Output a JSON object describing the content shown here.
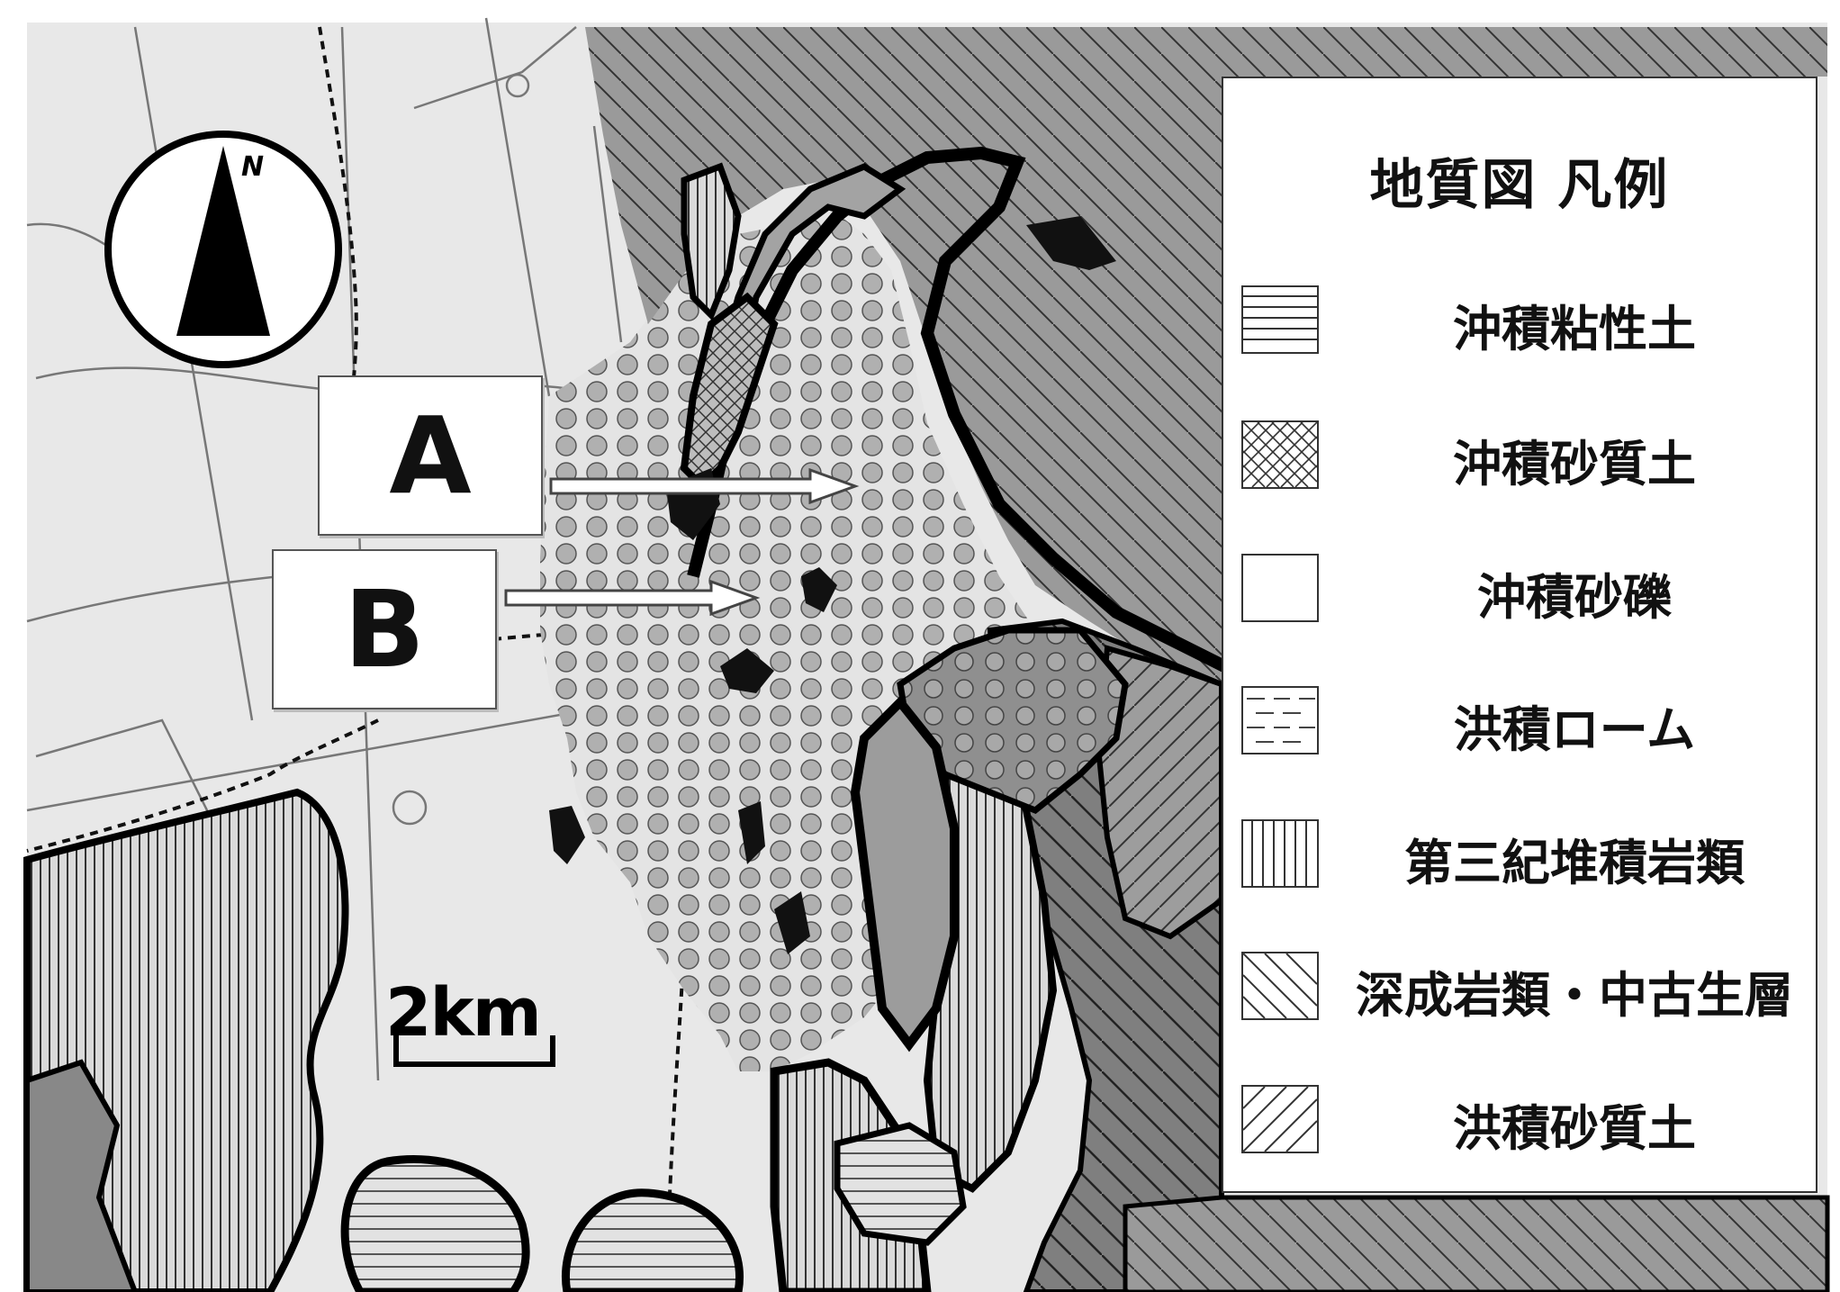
{
  "map": {
    "north_symbol": "N",
    "scale_bar_label": "2km",
    "markers": [
      {
        "id": "A",
        "label": "A"
      },
      {
        "id": "B",
        "label": "B"
      }
    ]
  },
  "legend": {
    "title": "地質図  凡例",
    "items": [
      {
        "label": "沖積粘性土",
        "pattern": "horizontal-lines"
      },
      {
        "label": "沖積砂質土",
        "pattern": "crosshatch"
      },
      {
        "label": "沖積砂礫",
        "pattern": "blank"
      },
      {
        "label": "洪積ローム",
        "pattern": "dashed"
      },
      {
        "label": "第三紀堆積岩類",
        "pattern": "vertical-lines"
      },
      {
        "label": "深成岩類・中古生層",
        "pattern": "diagonal-back"
      },
      {
        "label": "洪積砂質土",
        "pattern": "diagonal-forward"
      }
    ]
  },
  "colors": {
    "light_ground": "#e6e6e6",
    "mid_gray": "#a9a9a9",
    "dark_gray": "#8a8a8a",
    "circle_fill": "#b5b5b5",
    "boundary": "#000000"
  }
}
